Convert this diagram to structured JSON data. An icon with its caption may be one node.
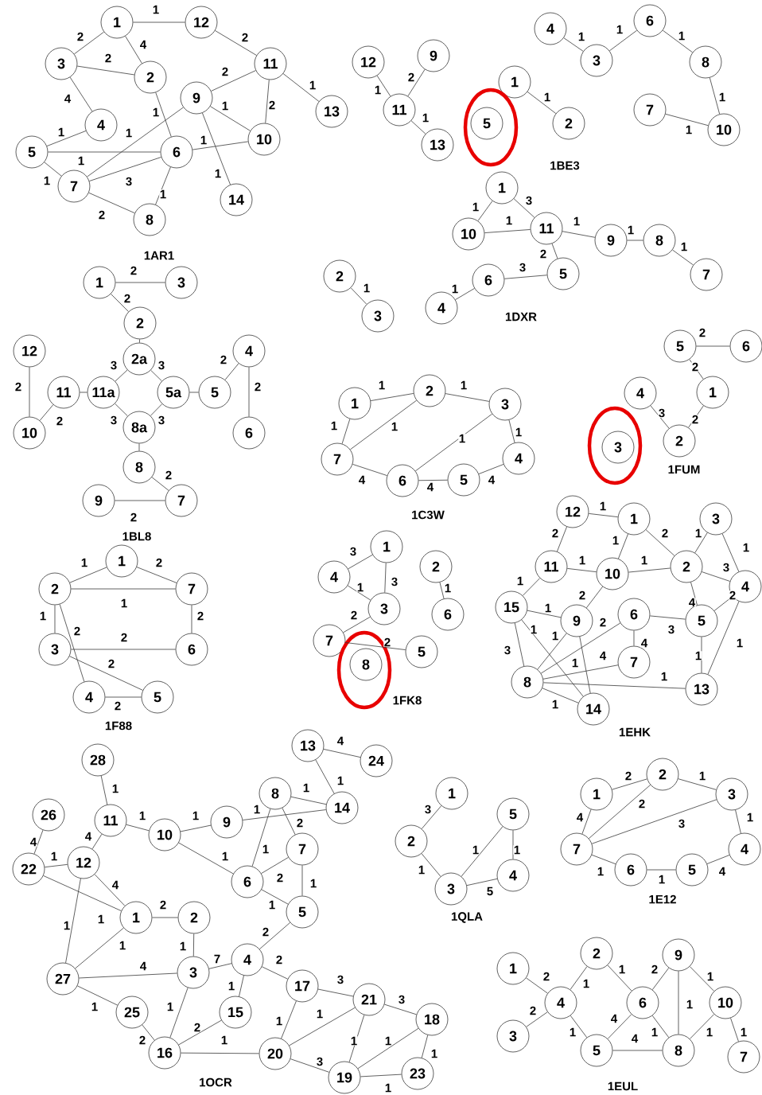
{
  "diagram": {
    "nodes": [
      {
        "text": [
          "1"
        ]
      },
      {
        "text": [
          "12"
        ]
      },
      {
        "text": [
          "3"
        ]
      },
      {
        "text": [
          "2"
        ]
      },
      {
        "text": [
          "11"
        ]
      },
      {
        "text": [
          "9"
        ]
      },
      {
        "text": [
          "13"
        ]
      },
      {
        "text": [
          "4"
        ]
      },
      {
        "text": [
          "10"
        ]
      },
      {
        "text": [
          "5"
        ]
      },
      {
        "text": [
          "6"
        ]
      },
      {
        "text": [
          "7"
        ]
      },
      {
        "text": [
          "8"
        ]
      },
      {
        "text": [
          "14"
        ]
      },
      {
        "text": [
          "4"
        ]
      },
      {
        "text": [
          "6"
        ]
      },
      {
        "text": [
          "12"
        ]
      },
      {
        "text": [
          "9"
        ]
      },
      {
        "text": [
          "3"
        ]
      },
      {
        "text": [
          "8"
        ]
      },
      {
        "text": [
          "1"
        ]
      },
      {
        "text": [
          "11"
        ]
      },
      {
        "text": [],
        "shape": "ellipse"
      },
      {
        "text": [
          "5"
        ],
        "in": 22
      },
      {
        "text": [
          "2"
        ]
      },
      {
        "text": [
          "7"
        ]
      },
      {
        "text": [
          "10"
        ]
      },
      {
        "text": [
          "13"
        ]
      },
      {
        "text": [
          "1"
        ]
      },
      {
        "text": [
          "11"
        ]
      },
      {
        "text": [
          "10"
        ]
      },
      {
        "text": [
          "9"
        ]
      },
      {
        "text": [
          "8"
        ]
      },
      {
        "text": [
          "2"
        ]
      },
      {
        "text": [
          "5"
        ]
      },
      {
        "text": [
          "6"
        ]
      },
      {
        "text": [
          "7"
        ]
      },
      {
        "text": [
          "4"
        ]
      },
      {
        "text": [
          "3"
        ]
      },
      {
        "text": [
          "1"
        ]
      },
      {
        "text": [
          "3"
        ]
      },
      {
        "text": [
          "2"
        ]
      },
      {
        "text": [
          "12"
        ]
      },
      {
        "text": [
          "2a"
        ]
      },
      {
        "text": [
          "4"
        ]
      },
      {
        "text": [
          "11"
        ]
      },
      {
        "text": [
          "11a"
        ]
      },
      {
        "text": [
          "5a"
        ]
      },
      {
        "text": [
          "5"
        ]
      },
      {
        "text": [
          "10"
        ]
      },
      {
        "text": [
          "8a"
        ]
      },
      {
        "text": [
          "6"
        ]
      },
      {
        "text": [
          "8"
        ]
      },
      {
        "text": [
          "9"
        ]
      },
      {
        "text": [
          "7"
        ]
      },
      {
        "text": [
          "1"
        ]
      },
      {
        "text": [
          "2"
        ]
      },
      {
        "text": [
          "3"
        ]
      },
      {
        "text": [
          "7"
        ]
      },
      {
        "text": [
          "4"
        ]
      },
      {
        "text": [
          "6"
        ]
      },
      {
        "text": [
          "5"
        ]
      },
      {
        "text": [
          "5"
        ]
      },
      {
        "text": [
          "6"
        ]
      },
      {
        "text": [
          "1"
        ]
      },
      {
        "text": [
          "4"
        ]
      },
      {
        "text": [
          "2"
        ]
      },
      {
        "text": [],
        "shape": "ellipse"
      },
      {
        "text": [
          "3"
        ],
        "in": 67
      },
      {
        "text": [
          "1"
        ]
      },
      {
        "text": [
          "2"
        ]
      },
      {
        "text": [
          "7"
        ]
      },
      {
        "text": [
          "3"
        ]
      },
      {
        "text": [
          "6"
        ]
      },
      {
        "text": [
          "4"
        ]
      },
      {
        "text": [
          "5"
        ]
      },
      {
        "text": [
          "1"
        ]
      },
      {
        "text": [
          "2"
        ]
      },
      {
        "text": [
          "4"
        ]
      },
      {
        "text": [
          "3"
        ]
      },
      {
        "text": [
          "6"
        ]
      },
      {
        "text": [
          "7"
        ]
      },
      {
        "text": [
          "5"
        ]
      },
      {
        "text": [],
        "shape": "ellipse"
      },
      {
        "text": [
          "8"
        ],
        "in": 83
      },
      {
        "text": [
          "12"
        ]
      },
      {
        "text": [
          "1"
        ]
      },
      {
        "text": [
          "3"
        ]
      },
      {
        "text": [
          "11"
        ]
      },
      {
        "text": [
          "10"
        ]
      },
      {
        "text": [
          "2"
        ]
      },
      {
        "text": [
          "4"
        ]
      },
      {
        "text": [
          "15"
        ]
      },
      {
        "text": [
          "9"
        ]
      },
      {
        "text": [
          "6"
        ]
      },
      {
        "text": [
          "5"
        ]
      },
      {
        "text": [
          "7"
        ]
      },
      {
        "text": [
          "8"
        ]
      },
      {
        "text": [
          "13"
        ]
      },
      {
        "text": [
          "14"
        ]
      },
      {
        "text": [
          "13"
        ]
      },
      {
        "text": [
          "28"
        ]
      },
      {
        "text": [
          "24"
        ]
      },
      {
        "text": [
          "8"
        ]
      },
      {
        "text": [
          "14"
        ]
      },
      {
        "text": [
          "26"
        ]
      },
      {
        "text": [
          "11"
        ]
      },
      {
        "text": [
          "9"
        ]
      },
      {
        "text": [
          "10"
        ]
      },
      {
        "text": [
          "7"
        ]
      },
      {
        "text": [
          "12"
        ]
      },
      {
        "text": [
          "22"
        ]
      },
      {
        "text": [
          "6"
        ]
      },
      {
        "text": [
          "1"
        ]
      },
      {
        "text": [
          "2"
        ]
      },
      {
        "text": [
          "5"
        ]
      },
      {
        "text": [
          "4"
        ]
      },
      {
        "text": [
          "3"
        ]
      },
      {
        "text": [
          "27"
        ]
      },
      {
        "text": [
          "17"
        ]
      },
      {
        "text": [
          "21"
        ]
      },
      {
        "text": [
          "25"
        ]
      },
      {
        "text": [
          "15"
        ]
      },
      {
        "text": [
          "18"
        ]
      },
      {
        "text": [
          "16"
        ]
      },
      {
        "text": [
          "20"
        ]
      },
      {
        "text": [
          "23"
        ]
      },
      {
        "text": [
          "19"
        ]
      },
      {
        "text": [
          "1"
        ]
      },
      {
        "text": [
          "5"
        ]
      },
      {
        "text": [
          "2"
        ]
      },
      {
        "text": [
          "4"
        ]
      },
      {
        "text": [
          "3"
        ]
      },
      {
        "text": [
          "2"
        ]
      },
      {
        "text": [
          "1"
        ]
      },
      {
        "text": [
          "3"
        ]
      },
      {
        "text": [
          "7"
        ]
      },
      {
        "text": [
          "4"
        ]
      },
      {
        "text": [
          "6"
        ]
      },
      {
        "text": [
          "5"
        ]
      },
      {
        "text": [
          "2"
        ]
      },
      {
        "text": [
          "9"
        ]
      },
      {
        "text": [
          "1"
        ]
      },
      {
        "text": [
          "4"
        ]
      },
      {
        "text": [
          "6"
        ]
      },
      {
        "text": [
          "10"
        ]
      },
      {
        "text": [
          "3"
        ]
      },
      {
        "text": [
          "5"
        ]
      },
      {
        "text": [
          "8"
        ]
      },
      {
        "text": [
          "7"
        ]
      }
    ],
    "edges": [
      {
        "from": 0,
        "to": 1,
        "arrow": "none",
        "label": "1"
      },
      {
        "from": 0,
        "to": 2,
        "arrow": "none",
        "label": "2"
      },
      {
        "from": 0,
        "to": 3,
        "arrow": "none",
        "label": "4"
      },
      {
        "from": 2,
        "to": 3,
        "arrow": "none",
        "label": "2"
      },
      {
        "from": 1,
        "to": 4,
        "arrow": "none",
        "label": "2"
      },
      {
        "from": 2,
        "to": 7,
        "arrow": "none",
        "label": "4"
      },
      {
        "from": 3,
        "to": 10,
        "arrow": "none",
        "label": "1"
      },
      {
        "from": 4,
        "to": 5,
        "arrow": "none",
        "label": "2"
      },
      {
        "from": 4,
        "to": 8,
        "arrow": "none",
        "label": "2"
      },
      {
        "from": 4,
        "to": 6,
        "arrow": "none",
        "label": "1"
      },
      {
        "from": 5,
        "to": 8,
        "arrow": "none",
        "label": "1"
      },
      {
        "from": 5,
        "to": 11,
        "arrow": "none",
        "label": "1"
      },
      {
        "from": 5,
        "to": 13,
        "arrow": "none",
        "label": "1"
      },
      {
        "from": 9,
        "to": 7,
        "arrow": "none",
        "label": "1"
      },
      {
        "from": 9,
        "to": 10,
        "arrow": "none",
        "label": "1"
      },
      {
        "from": 10,
        "to": 8,
        "arrow": "none",
        "label": "1"
      },
      {
        "from": 9,
        "to": 11,
        "arrow": "none",
        "label": "1"
      },
      {
        "from": 11,
        "to": 10,
        "arrow": "none",
        "label": "3"
      },
      {
        "from": 11,
        "to": 12,
        "arrow": "none",
        "label": "2"
      },
      {
        "from": 10,
        "to": 12,
        "arrow": "none",
        "label": "1"
      },
      {
        "from": 16,
        "to": 21,
        "arrow": "none",
        "label": "1"
      },
      {
        "from": 17,
        "to": 21,
        "arrow": "none",
        "label": "2"
      },
      {
        "from": 21,
        "to": 27,
        "arrow": "none",
        "label": "1"
      },
      {
        "from": 20,
        "to": 24,
        "arrow": "none",
        "label": "1"
      },
      {
        "from": 14,
        "to": 18,
        "arrow": "none",
        "label": "1"
      },
      {
        "from": 18,
        "to": 15,
        "arrow": "none",
        "label": "1"
      },
      {
        "from": 15,
        "to": 19,
        "arrow": "none",
        "label": "1"
      },
      {
        "from": 19,
        "to": 26,
        "arrow": "none",
        "label": "1"
      },
      {
        "from": 25,
        "to": 26,
        "arrow": "none",
        "label": "1"
      },
      {
        "from": 28,
        "to": 30,
        "arrow": "none",
        "label": "1"
      },
      {
        "from": 28,
        "to": 29,
        "arrow": "none",
        "label": "3"
      },
      {
        "from": 30,
        "to": 29,
        "arrow": "none",
        "label": "1"
      },
      {
        "from": 29,
        "to": 31,
        "arrow": "none",
        "label": "1"
      },
      {
        "from": 31,
        "to": 32,
        "arrow": "none",
        "label": "1"
      },
      {
        "from": 32,
        "to": 36,
        "arrow": "none",
        "label": "1"
      },
      {
        "from": 29,
        "to": 34,
        "arrow": "none",
        "label": "2"
      },
      {
        "from": 35,
        "to": 34,
        "arrow": "none",
        "label": "3"
      },
      {
        "from": 37,
        "to": 35,
        "arrow": "none",
        "label": "1"
      },
      {
        "from": 33,
        "to": 38,
        "arrow": "none",
        "label": "1"
      },
      {
        "from": 39,
        "to": 40,
        "arrow": "none",
        "label": "2"
      },
      {
        "from": 39,
        "to": 41,
        "arrow": "none",
        "label": "2"
      },
      {
        "from": 41,
        "to": 43,
        "arrow": "none"
      },
      {
        "from": 43,
        "to": 46,
        "arrow": "none",
        "label": "3"
      },
      {
        "from": 43,
        "to": 47,
        "arrow": "none",
        "label": "3"
      },
      {
        "from": 45,
        "to": 46,
        "arrow": "none"
      },
      {
        "from": 46,
        "to": 50,
        "arrow": "none",
        "label": "3"
      },
      {
        "from": 47,
        "to": 50,
        "arrow": "none",
        "label": "3"
      },
      {
        "from": 47,
        "to": 48,
        "arrow": "none"
      },
      {
        "from": 48,
        "to": 44,
        "arrow": "none",
        "label": "2"
      },
      {
        "from": 44,
        "to": 51,
        "arrow": "none",
        "label": "2"
      },
      {
        "from": 42,
        "to": 49,
        "arrow": "none",
        "label": "2"
      },
      {
        "from": 49,
        "to": 45,
        "arrow": "none",
        "label": "2"
      },
      {
        "from": 50,
        "to": 52,
        "arrow": "none"
      },
      {
        "from": 52,
        "to": 54,
        "arrow": "none",
        "label": "2"
      },
      {
        "from": 53,
        "to": 54,
        "arrow": "none",
        "label": "2"
      },
      {
        "from": 55,
        "to": 56,
        "arrow": "none",
        "label": "1"
      },
      {
        "from": 56,
        "to": 57,
        "arrow": "none",
        "label": "1"
      },
      {
        "from": 55,
        "to": 58,
        "arrow": "none",
        "label": "1"
      },
      {
        "from": 56,
        "to": 58,
        "arrow": "none",
        "label": "1"
      },
      {
        "from": 57,
        "to": 60,
        "arrow": "none",
        "label": "1"
      },
      {
        "from": 57,
        "to": 59,
        "arrow": "none",
        "label": "1"
      },
      {
        "from": 58,
        "to": 60,
        "arrow": "none",
        "label": "4"
      },
      {
        "from": 60,
        "to": 61,
        "arrow": "none",
        "label": "4"
      },
      {
        "from": 61,
        "to": 59,
        "arrow": "none",
        "label": "4"
      },
      {
        "from": 62,
        "to": 63,
        "arrow": "none",
        "label": "2"
      },
      {
        "from": 62,
        "to": 64,
        "arrow": "none",
        "label": "2"
      },
      {
        "from": 65,
        "to": 66,
        "arrow": "none",
        "label": "3"
      },
      {
        "from": 64,
        "to": 66,
        "arrow": "none",
        "label": "2"
      },
      {
        "from": 70,
        "to": 69,
        "arrow": "none",
        "label": "1"
      },
      {
        "from": 69,
        "to": 71,
        "arrow": "none",
        "label": "2"
      },
      {
        "from": 70,
        "to": 71,
        "arrow": "none",
        "label": "1"
      },
      {
        "from": 70,
        "to": 72,
        "arrow": "none",
        "label": "1"
      },
      {
        "from": 70,
        "to": 74,
        "arrow": "none",
        "label": "2"
      },
      {
        "from": 71,
        "to": 73,
        "arrow": "none",
        "label": "2"
      },
      {
        "from": 72,
        "to": 73,
        "arrow": "none",
        "label": "2"
      },
      {
        "from": 72,
        "to": 75,
        "arrow": "none",
        "label": "2"
      },
      {
        "from": 74,
        "to": 75,
        "arrow": "none",
        "label": "2"
      },
      {
        "from": 78,
        "to": 76,
        "arrow": "none",
        "label": "3"
      },
      {
        "from": 76,
        "to": 79,
        "arrow": "none",
        "label": "3"
      },
      {
        "from": 78,
        "to": 79,
        "arrow": "none",
        "label": "1"
      },
      {
        "from": 77,
        "to": 80,
        "arrow": "none",
        "label": "1"
      },
      {
        "from": 81,
        "to": 79,
        "arrow": "none",
        "label": "2"
      },
      {
        "from": 81,
        "to": 82,
        "arrow": "none",
        "label": "2"
      },
      {
        "from": 85,
        "to": 86,
        "arrow": "none",
        "label": "1"
      },
      {
        "from": 85,
        "to": 88,
        "arrow": "none",
        "label": "2"
      },
      {
        "from": 86,
        "to": 89,
        "arrow": "none",
        "label": "1"
      },
      {
        "from": 86,
        "to": 90,
        "arrow": "none",
        "label": "2"
      },
      {
        "from": 88,
        "to": 89,
        "arrow": "none",
        "label": "1"
      },
      {
        "from": 89,
        "to": 90,
        "arrow": "none",
        "label": "1"
      },
      {
        "from": 87,
        "to": 90,
        "arrow": "none",
        "label": "1"
      },
      {
        "from": 87,
        "to": 91,
        "arrow": "none",
        "label": "1"
      },
      {
        "from": 90,
        "to": 91,
        "arrow": "none",
        "label": "3"
      },
      {
        "from": 90,
        "to": 95,
        "arrow": "none",
        "label": "4"
      },
      {
        "from": 95,
        "to": 91,
        "arrow": "none",
        "label": "2"
      },
      {
        "from": 91,
        "to": 98,
        "arrow": "none",
        "label": "1"
      },
      {
        "from": 88,
        "to": 92,
        "arrow": "none",
        "label": "1"
      },
      {
        "from": 92,
        "to": 93,
        "arrow": "none",
        "label": "1"
      },
      {
        "from": 89,
        "to": 93,
        "arrow": "none",
        "label": "2"
      },
      {
        "from": 92,
        "to": 97,
        "arrow": "none",
        "label": "3"
      },
      {
        "from": 92,
        "to": 99,
        "arrow": "none",
        "label": "1"
      },
      {
        "from": 93,
        "to": 97,
        "arrow": "none",
        "label": "1"
      },
      {
        "from": 93,
        "to": 99,
        "arrow": "none",
        "label": "1"
      },
      {
        "from": 97,
        "to": 94,
        "arrow": "none",
        "label": "2"
      },
      {
        "from": 97,
        "to": 96,
        "arrow": "none",
        "label": "4"
      },
      {
        "from": 94,
        "to": 96,
        "arrow": "none",
        "label": "4"
      },
      {
        "from": 94,
        "to": 95,
        "arrow": "none",
        "label": "3"
      },
      {
        "from": 95,
        "to": 98,
        "arrow": "none",
        "label": "1"
      },
      {
        "from": 97,
        "to": 98,
        "arrow": "none",
        "label": "1"
      },
      {
        "from": 97,
        "to": 99,
        "arrow": "none",
        "label": "1"
      },
      {
        "from": 101,
        "to": 106,
        "arrow": "none",
        "label": "1"
      },
      {
        "from": 105,
        "to": 111,
        "arrow": "none",
        "label": "4"
      },
      {
        "from": 106,
        "to": 110,
        "arrow": "none",
        "label": "4"
      },
      {
        "from": 106,
        "to": 108,
        "arrow": "none",
        "label": "1"
      },
      {
        "from": 108,
        "to": 107,
        "arrow": "none",
        "label": "1"
      },
      {
        "from": 107,
        "to": 104,
        "arrow": "none",
        "label": "1"
      },
      {
        "from": 103,
        "to": 104,
        "arrow": "none",
        "label": "1"
      },
      {
        "from": 100,
        "to": 102,
        "arrow": "none",
        "label": "4"
      },
      {
        "from": 100,
        "to": 104,
        "arrow": "none",
        "label": "1"
      },
      {
        "from": 103,
        "to": 109,
        "arrow": "none",
        "label": "2"
      },
      {
        "from": 103,
        "to": 112,
        "arrow": "none",
        "label": "1"
      },
      {
        "from": 108,
        "to": 112,
        "arrow": "none",
        "label": "1"
      },
      {
        "from": 112,
        "to": 109,
        "arrow": "none",
        "label": "2"
      },
      {
        "from": 109,
        "to": 115,
        "arrow": "none",
        "label": "1"
      },
      {
        "from": 112,
        "to": 115,
        "arrow": "none",
        "label": "1"
      },
      {
        "from": 111,
        "to": 110,
        "arrow": "none",
        "label": "1"
      },
      {
        "from": 111,
        "to": 113,
        "arrow": "none",
        "label": "1"
      },
      {
        "from": 110,
        "to": 113,
        "arrow": "none",
        "label": "4"
      },
      {
        "from": 110,
        "to": 118,
        "arrow": "none",
        "label": "1"
      },
      {
        "from": 118,
        "to": 113,
        "arrow": "none",
        "label": "1"
      },
      {
        "from": 113,
        "to": 114,
        "arrow": "none",
        "label": "2"
      },
      {
        "from": 114,
        "to": 117,
        "arrow": "none",
        "label": "1"
      },
      {
        "from": 118,
        "to": 117,
        "arrow": "none",
        "label": "4"
      },
      {
        "from": 117,
        "to": 116,
        "arrow": "none",
        "label": "7"
      },
      {
        "from": 116,
        "to": 115,
        "arrow": "none",
        "label": "2"
      },
      {
        "from": 116,
        "to": 119,
        "arrow": "none",
        "label": "2"
      },
      {
        "from": 116,
        "to": 122,
        "arrow": "none",
        "label": "1"
      },
      {
        "from": 117,
        "to": 124,
        "arrow": "none",
        "label": "1"
      },
      {
        "from": 118,
        "to": 121,
        "arrow": "none",
        "label": "1"
      },
      {
        "from": 121,
        "to": 124,
        "arrow": "none",
        "label": "2"
      },
      {
        "from": 122,
        "to": 124,
        "arrow": "none",
        "label": "2"
      },
      {
        "from": 124,
        "to": 125,
        "arrow": "none",
        "label": "1"
      },
      {
        "from": 119,
        "to": 120,
        "arrow": "none",
        "label": "3"
      },
      {
        "from": 119,
        "to": 125,
        "arrow": "none",
        "label": "1"
      },
      {
        "from": 125,
        "to": 120,
        "arrow": "none",
        "label": "1"
      },
      {
        "from": 120,
        "to": 123,
        "arrow": "none",
        "label": "3"
      },
      {
        "from": 120,
        "to": 127,
        "arrow": "none",
        "label": "1"
      },
      {
        "from": 123,
        "to": 127,
        "arrow": "none",
        "label": "1"
      },
      {
        "from": 123,
        "to": 126,
        "arrow": "none",
        "label": "1"
      },
      {
        "from": 125,
        "to": 127,
        "arrow": "none",
        "label": "3"
      },
      {
        "from": 127,
        "to": 126,
        "arrow": "none",
        "label": "1"
      },
      {
        "from": 128,
        "to": 130,
        "arrow": "none",
        "label": "3"
      },
      {
        "from": 130,
        "to": 132,
        "arrow": "none",
        "label": "1"
      },
      {
        "from": 132,
        "to": 129,
        "arrow": "none",
        "label": "1"
      },
      {
        "from": 129,
        "to": 131,
        "arrow": "none",
        "label": "1"
      },
      {
        "from": 132,
        "to": 131,
        "arrow": "none",
        "label": "5"
      },
      {
        "from": 134,
        "to": 133,
        "arrow": "none",
        "label": "2"
      },
      {
        "from": 133,
        "to": 135,
        "arrow": "none",
        "label": "1"
      },
      {
        "from": 134,
        "to": 136,
        "arrow": "none",
        "label": "4"
      },
      {
        "from": 136,
        "to": 133,
        "arrow": "none",
        "label": "2"
      },
      {
        "from": 136,
        "to": 135,
        "arrow": "none",
        "label": "3"
      },
      {
        "from": 135,
        "to": 137,
        "arrow": "none",
        "label": "1"
      },
      {
        "from": 136,
        "to": 138,
        "arrow": "none",
        "label": "1"
      },
      {
        "from": 138,
        "to": 139,
        "arrow": "none",
        "label": "1"
      },
      {
        "from": 139,
        "to": 137,
        "arrow": "none",
        "label": "4"
      },
      {
        "from": 142,
        "to": 143,
        "arrow": "none",
        "label": "2"
      },
      {
        "from": 146,
        "to": 143,
        "arrow": "none",
        "label": "2"
      },
      {
        "from": 143,
        "to": 140,
        "arrow": "none",
        "label": "1"
      },
      {
        "from": 140,
        "to": 144,
        "arrow": "none",
        "label": "1"
      },
      {
        "from": 144,
        "to": 141,
        "arrow": "none",
        "label": "2"
      },
      {
        "from": 141,
        "to": 145,
        "arrow": "none",
        "label": "1"
      },
      {
        "from": 141,
        "to": 148,
        "arrow": "none",
        "label": "1"
      },
      {
        "from": 143,
        "to": 147,
        "arrow": "none",
        "label": "1"
      },
      {
        "from": 147,
        "to": 144,
        "arrow": "none",
        "label": "4"
      },
      {
        "from": 144,
        "to": 148,
        "arrow": "none",
        "label": "1"
      },
      {
        "from": 147,
        "to": 148,
        "arrow": "none",
        "label": "4"
      },
      {
        "from": 145,
        "to": 148,
        "arrow": "none",
        "label": "1"
      },
      {
        "from": 145,
        "to": 149,
        "arrow": "none",
        "label": "1"
      }
    ],
    "labels": [
      "1AR1",
      "1BE3",
      "1DXR",
      "1BL8",
      "1C3W",
      "1FUM",
      "1F88",
      "1FK8",
      "1EHK",
      "1OCR",
      "1QLA",
      "1E12",
      "1EUL"
    ]
  }
}
